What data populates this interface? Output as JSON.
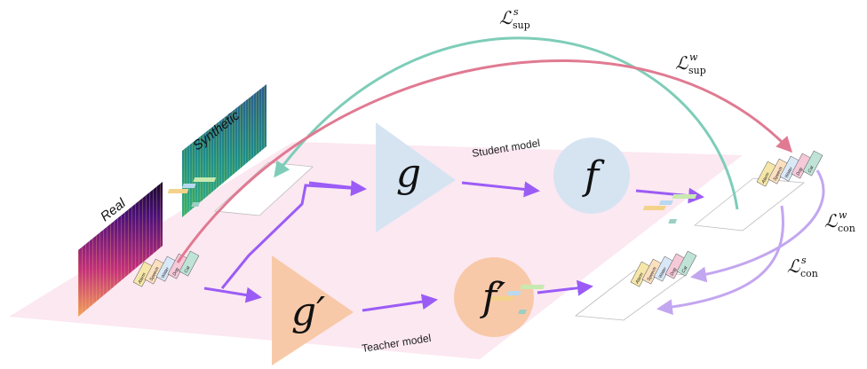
{
  "labels": {
    "synthetic": "Synthetic",
    "real": "Real",
    "student_model": "Student model",
    "teacher_model": "Teacher model"
  },
  "modules": {
    "student_encoder": "g",
    "student_classifier": "f",
    "teacher_encoder": "g′",
    "teacher_classifier": "f′"
  },
  "losses": {
    "sup_s": {
      "main": "ℒ",
      "sup": "s",
      "sub": "sup"
    },
    "sup_w": {
      "main": "ℒ",
      "sup": "w",
      "sub": "sup"
    },
    "con_w": {
      "main": "ℒ",
      "sup": "w",
      "sub": "con"
    },
    "con_s": {
      "main": "ℒ",
      "sup": "s",
      "sub": "con"
    }
  },
  "class_tags": [
    "Alarm",
    "Speech",
    "Water",
    "Dog",
    "Cat"
  ],
  "colors": {
    "sup_s_arrow": "#7ecdb8",
    "sup_w_arrow": "#e07a92",
    "con_arrow": "#c3a6f0",
    "flow_arrow": "#9b5cf6",
    "plane": "#fbe4ee",
    "student": "#d6e4f2",
    "teacher": "#f8c9a8"
  }
}
